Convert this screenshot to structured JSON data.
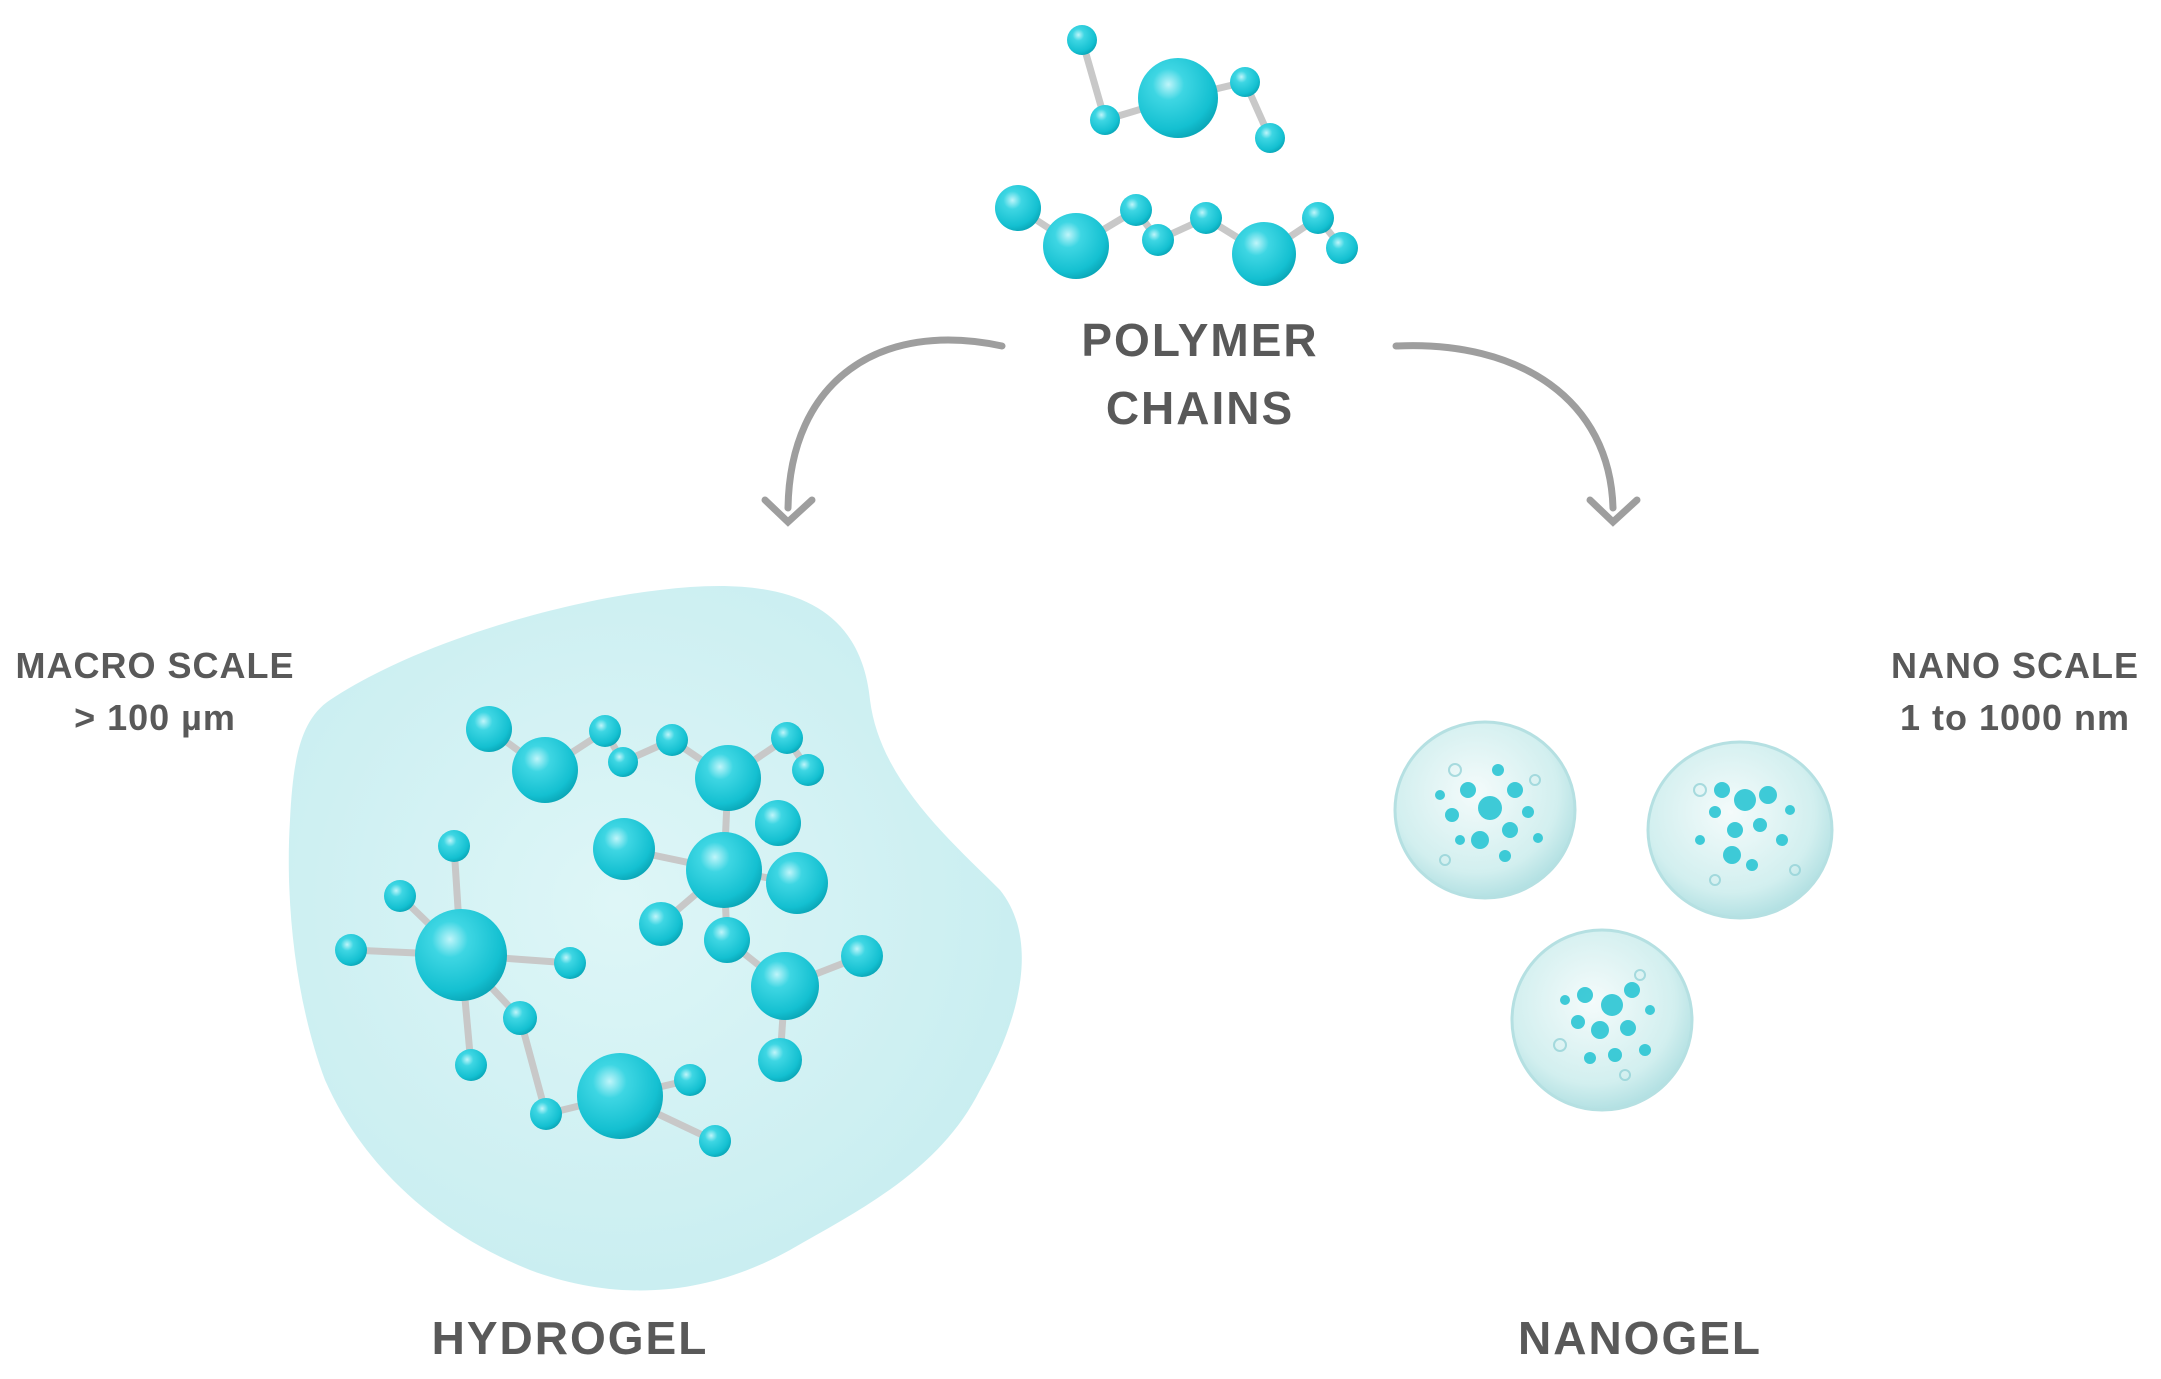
{
  "labels": {
    "polymer_line1": "POLYMER",
    "polymer_line2": "CHAINS",
    "macro_line1": "MACRO SCALE",
    "macro_line2": "> 100 µm",
    "nano_line1": "NANO SCALE",
    "nano_line2": "1 to 1000 nm",
    "hydrogel": "HYDROGEL",
    "nanogel": "NANOGEL"
  },
  "colors": {
    "text": "#595959",
    "arrow": "#9e9e9e",
    "sphere": "#1fc9d8",
    "sphere_dark": "#0fb3c3",
    "gel": "#c9eef0",
    "bond": "#c8c8c8"
  }
}
